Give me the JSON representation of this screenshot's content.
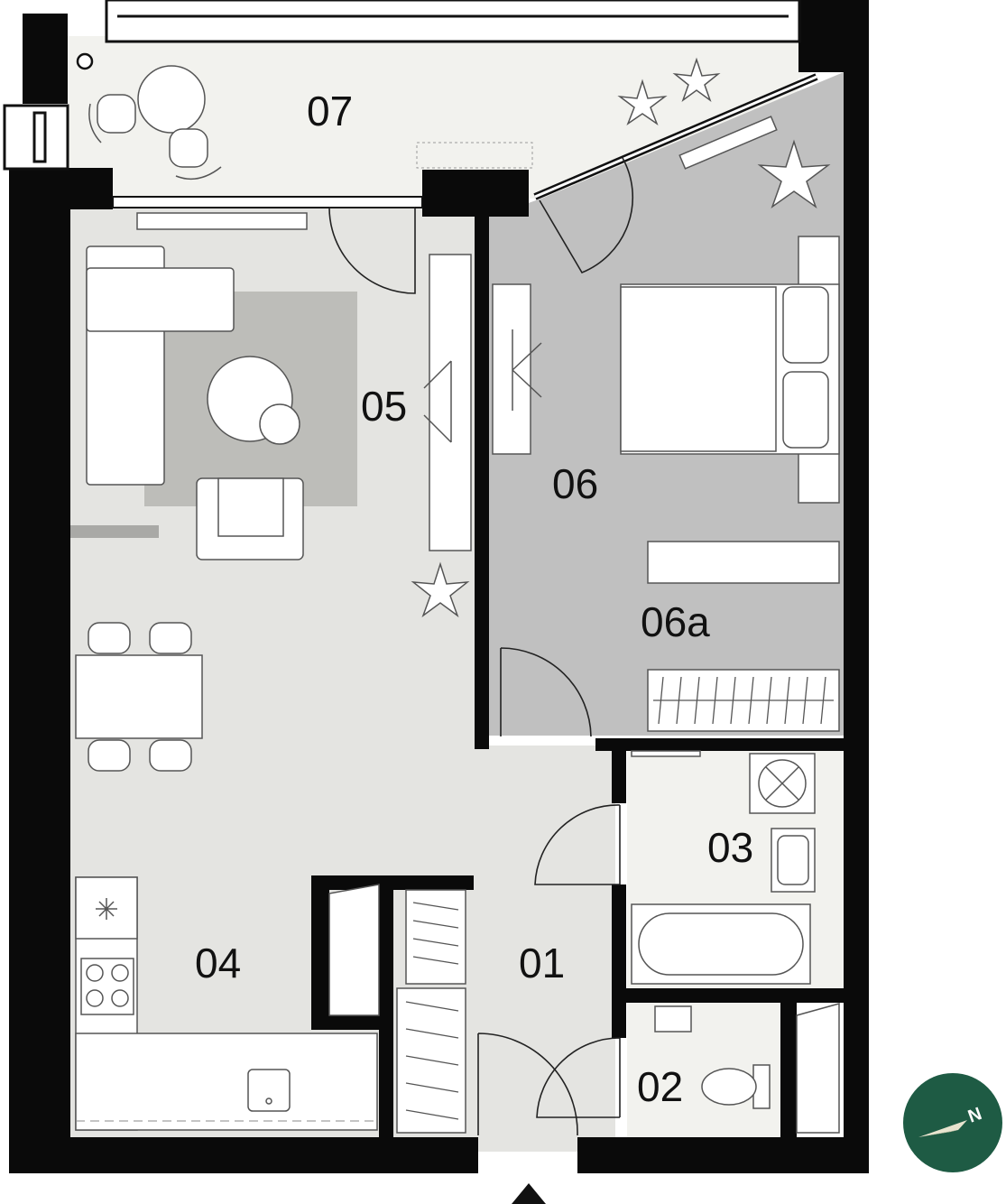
{
  "rooms": {
    "r01": "01",
    "r02": "02",
    "r03": "03",
    "r04": "04",
    "r05": "05",
    "r06": "06",
    "r06a": "06a",
    "r07": "07"
  },
  "compass": {
    "letter": "N",
    "color": "#1e5b44"
  },
  "colors": {
    "wall": "#0a0a0a",
    "floor_light": "#e4e4e1",
    "floor_medium": "#c0c0c0",
    "balcony": "#f2f2ee",
    "furniture": "#ffffff"
  }
}
